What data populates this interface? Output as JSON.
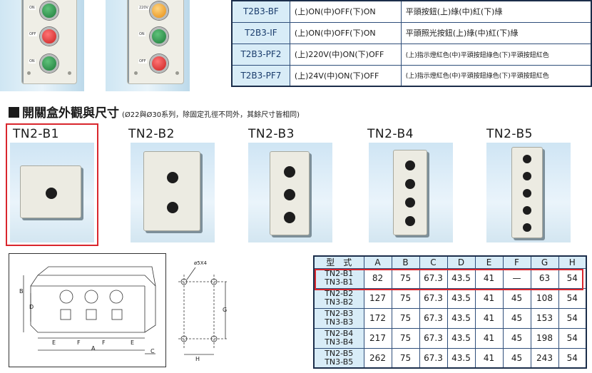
{
  "top_photos": [
    {
      "name": "panel-1",
      "tags": [
        "ON",
        "OFF",
        "ON"
      ],
      "colors": [
        "#2e9e50",
        "#e33a3a",
        "#2e9e50"
      ]
    },
    {
      "name": "panel-2",
      "tags": [
        "220V",
        "ON",
        "OFF"
      ],
      "colors": [
        "#f2a82a",
        "#2e9e50",
        "#e33a3a"
      ]
    }
  ],
  "top_table": [
    {
      "model": "T2B3-BF",
      "states": "(上)ON(中)OFF(下)ON",
      "desc": "平頭按鈕(上)綠(中)紅(下)綠"
    },
    {
      "model": "T2B3-IF",
      "states": "(上)ON(中)OFF(下)ON",
      "desc": "平頭照光按鈕(上)綠(中)紅(下)綠"
    },
    {
      "model": "T2B3-PF2",
      "states": "(上)220V(中)ON(下)OFF",
      "desc": "(上)指示燈紅色(中)平頭按鈕綠色(下)平頭按鈕紅色"
    },
    {
      "model": "T2B3-PF7",
      "states": "(上)24V(中)ON(下)OFF",
      "desc": "(上)指示燈紅色(中)平頭按鈕綠色(下)平頭按鈕紅色"
    }
  ],
  "section": {
    "title": "開關盒外觀與尺寸",
    "note": "(Ø22與Ø30系列，除固定孔徑不同外，其餘尺寸皆相同)"
  },
  "models": [
    "TN2-B1",
    "TN2-B2",
    "TN2-B3",
    "TN2-B4",
    "TN2-B5"
  ],
  "drawing": {
    "labels": [
      "B",
      "D",
      "E",
      "F",
      "F",
      "E",
      "A",
      "C",
      "ø5X4",
      "G",
      "H"
    ]
  },
  "dims_table": {
    "header": [
      "型　式",
      "A",
      "B",
      "C",
      "D",
      "E",
      "F",
      "G",
      "H"
    ],
    "rows": [
      {
        "model": "TN2-B1\nTN3-B1",
        "vals": [
          "82",
          "75",
          "67.3",
          "43.5",
          "41",
          "—",
          "63",
          "54"
        ]
      },
      {
        "model": "TN2-B2\nTN3-B2",
        "vals": [
          "127",
          "75",
          "67.3",
          "43.5",
          "41",
          "45",
          "108",
          "54"
        ]
      },
      {
        "model": "TN2-B3\nTN3-B3",
        "vals": [
          "172",
          "75",
          "67.3",
          "43.5",
          "41",
          "45",
          "153",
          "54"
        ]
      },
      {
        "model": "TN2-B4\nTN3-B4",
        "vals": [
          "217",
          "75",
          "67.3",
          "43.5",
          "41",
          "45",
          "198",
          "54"
        ]
      },
      {
        "model": "TN2-B5\nTN3-B5",
        "vals": [
          "262",
          "75",
          "67.3",
          "43.5",
          "41",
          "45",
          "243",
          "54"
        ]
      }
    ]
  },
  "colors": {
    "accent_red": "#d9262d",
    "header_blue": "#d8ecf7",
    "border_navy": "#1b2d4a"
  }
}
